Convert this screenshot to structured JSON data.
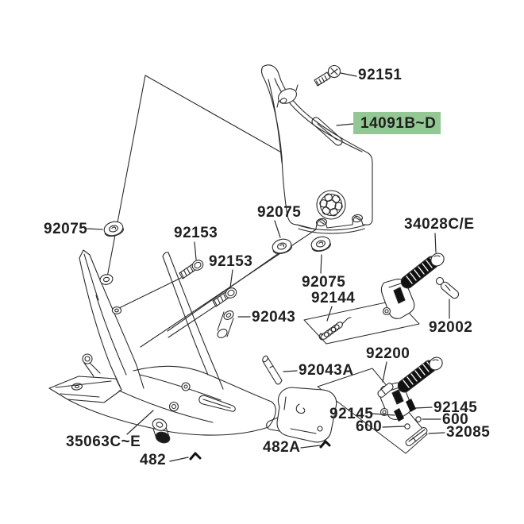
{
  "diagram": {
    "type": "exploded-parts-diagram",
    "subject": "motorcycle footrest step assembly",
    "background_color": "#ffffff",
    "line_color": "#2b2b2b",
    "highlight_color": "#93c793",
    "highlighted_part": "14091B~D",
    "labels": [
      {
        "part": "92151",
        "text": "92151",
        "highlighted": false
      },
      {
        "part": "14091",
        "text": "14091B~D",
        "highlighted": true
      },
      {
        "part": "92075a",
        "text": "92075",
        "highlighted": false
      },
      {
        "part": "92153a",
        "text": "92153",
        "highlighted": false
      },
      {
        "part": "92153b",
        "text": "92153",
        "highlighted": false
      },
      {
        "part": "92075b",
        "text": "92075",
        "highlighted": false
      },
      {
        "part": "92075c",
        "text": "92075",
        "highlighted": false
      },
      {
        "part": "92144",
        "text": "92144",
        "highlighted": false
      },
      {
        "part": "34028",
        "text": "34028C/E",
        "highlighted": false
      },
      {
        "part": "92002",
        "text": "92002",
        "highlighted": false
      },
      {
        "part": "92043",
        "text": "92043",
        "highlighted": false
      },
      {
        "part": "92043A",
        "text": "92043A",
        "highlighted": false
      },
      {
        "part": "92200",
        "text": "92200",
        "highlighted": false
      },
      {
        "part": "92145a",
        "text": "92145",
        "highlighted": false
      },
      {
        "part": "600a",
        "text": "600",
        "highlighted": false
      },
      {
        "part": "92145b",
        "text": "92145",
        "highlighted": false
      },
      {
        "part": "600b",
        "text": "600",
        "highlighted": false
      },
      {
        "part": "32085",
        "text": "32085",
        "highlighted": false
      },
      {
        "part": "35063",
        "text": "35063C~E",
        "highlighted": false
      },
      {
        "part": "482",
        "text": "482",
        "highlighted": false
      },
      {
        "part": "482A",
        "text": "482A",
        "highlighted": false
      }
    ]
  }
}
